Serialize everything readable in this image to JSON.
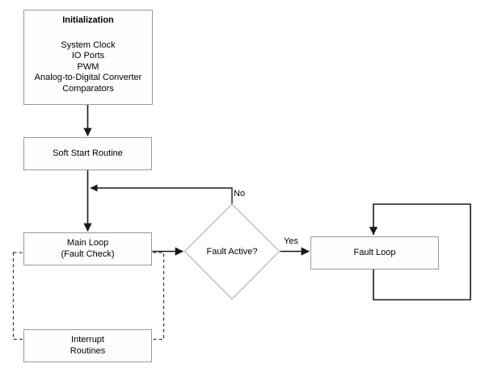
{
  "nodes": {
    "initialization": {
      "title": "Initialization",
      "items": [
        "System Clock",
        "IO Ports",
        "PWM",
        "Analog-to-Digital Converter",
        "Comparators"
      ]
    },
    "soft_start": {
      "label": "Soft Start Routine"
    },
    "main_loop": {
      "lines": [
        "Main Loop",
        "(Fault Check)"
      ]
    },
    "interrupt_routines": {
      "lines": [
        "Interrupt",
        "Routines"
      ]
    },
    "decision": {
      "label": "Fault Active?"
    },
    "fault_loop": {
      "label": "Fault Loop"
    }
  },
  "edge_labels": {
    "no": "No",
    "yes": "Yes"
  },
  "colors": {
    "background": "#ffffff",
    "box_fill": "#fdfdfd",
    "box_border": "#999999",
    "diamond_border": "#b3b3b3",
    "line": "#1a1a1a",
    "dashed_border": "#404040",
    "text": "#000000"
  }
}
